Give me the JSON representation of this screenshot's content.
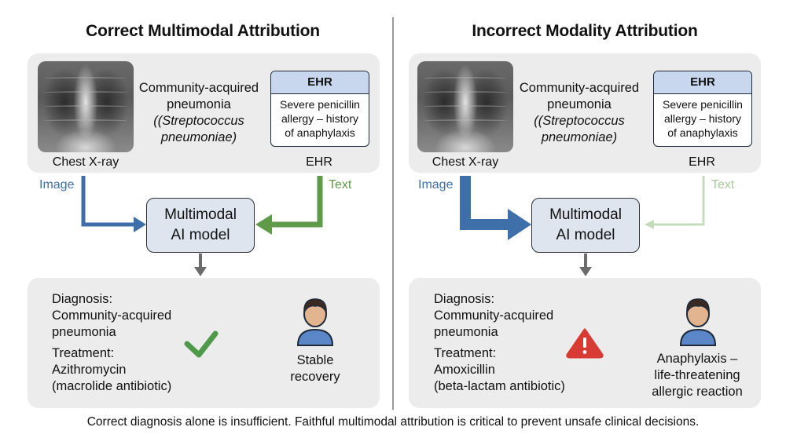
{
  "panels": {
    "left": {
      "title": "Correct Multimodal Attribution",
      "xray_caption": "Chest X-ray",
      "diagnosis_line1": "Community-acquired",
      "diagnosis_line2": "pneumonia",
      "diagnosis_line3": "(Streptococcus",
      "diagnosis_line4": "pneumoniae)",
      "ehr_header": "EHR",
      "ehr_line1": "Severe penicillin",
      "ehr_line2": "allergy – history",
      "ehr_line3": "of anaphylaxis",
      "ehr_caption": "EHR",
      "image_label": "Image",
      "text_label": "Text",
      "model_line1": "Multimodal",
      "model_line2": "AI model",
      "out_diagnosis_label": "Diagnosis:",
      "out_diagnosis_line1": "Community-acquired",
      "out_diagnosis_line2": "pneumonia",
      "out_treatment_label": "Treatment:",
      "out_treatment_drug": "Azithromycin",
      "out_treatment_class": "(macrolide antibiotic)",
      "outcome_line1": "Stable",
      "outcome_line2": "recovery",
      "status_icon": "checkmark-icon"
    },
    "right": {
      "title": "Incorrect Modality Attribution",
      "xray_caption": "Chest X-ray",
      "diagnosis_line1": "Community-acquired",
      "diagnosis_line2": "pneumonia",
      "diagnosis_line3": "(Streptococcus",
      "diagnosis_line4": "pneumoniae)",
      "ehr_header": "EHR",
      "ehr_line1": "Severe penicillin",
      "ehr_line2": "allergy – history",
      "ehr_line3": "of anaphylaxis",
      "ehr_caption": "EHR",
      "image_label": "Image",
      "text_label": "Text",
      "model_line1": "Multimodal",
      "model_line2": "AI model",
      "out_diagnosis_label": "Diagnosis:",
      "out_diagnosis_line1": "Community-acquired",
      "out_diagnosis_line2": "pneumonia",
      "out_treatment_label": "Treatment:",
      "out_treatment_drug": "Amoxicillin",
      "out_treatment_class": "(beta-lactam antibiotic)",
      "outcome_line1": "Anaphylaxis –",
      "outcome_line2": "life-threatening",
      "outcome_line3": "allergic reaction",
      "status_icon": "warning-icon"
    }
  },
  "footer": "Correct diagnosis alone is insufficient. Faithful multimodal attribution is critical to prevent unsafe clinical decisions.",
  "colors": {
    "image_arrow": "#3f6fa8",
    "text_arrow": "#5f9a4a",
    "text_arrow_faded": "#c5dcbb",
    "check": "#4f9a4a",
    "warning": "#d83a34",
    "model_box": "#dfe5ef",
    "ehr_header": "#c8d7ee",
    "panel_bg": "#ececec"
  }
}
